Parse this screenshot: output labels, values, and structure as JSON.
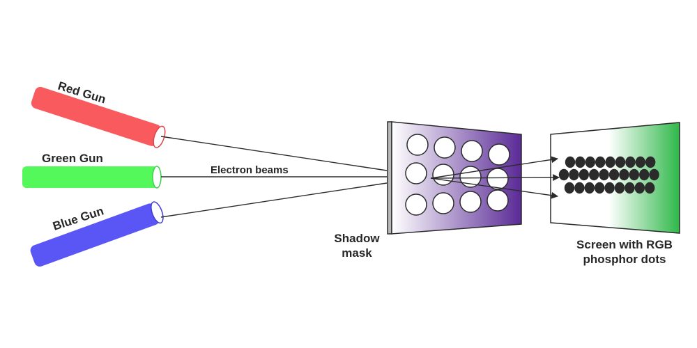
{
  "guns": {
    "red": {
      "label": "Red Gun",
      "color": "#f85a5e"
    },
    "green": {
      "label": "Green Gun",
      "color": "#55f85a"
    },
    "blue": {
      "label": "Blue Gun",
      "color": "#5a55f5"
    }
  },
  "beams": {
    "label": "Electron beams"
  },
  "shadow_mask": {
    "label_line1": "Shadow",
    "label_line2": "mask",
    "gradient_start": "#ffffff",
    "gradient_end": "#5a2a96"
  },
  "screen": {
    "label_line1": "Screen with RGB",
    "label_line2": "phosphor dots",
    "gradient_start": "#ffffff",
    "gradient_end": "#2fb84a",
    "dot_color": "#2b2b2b"
  },
  "colors": {
    "outline": "#2b2b2b",
    "text": "#262626"
  }
}
